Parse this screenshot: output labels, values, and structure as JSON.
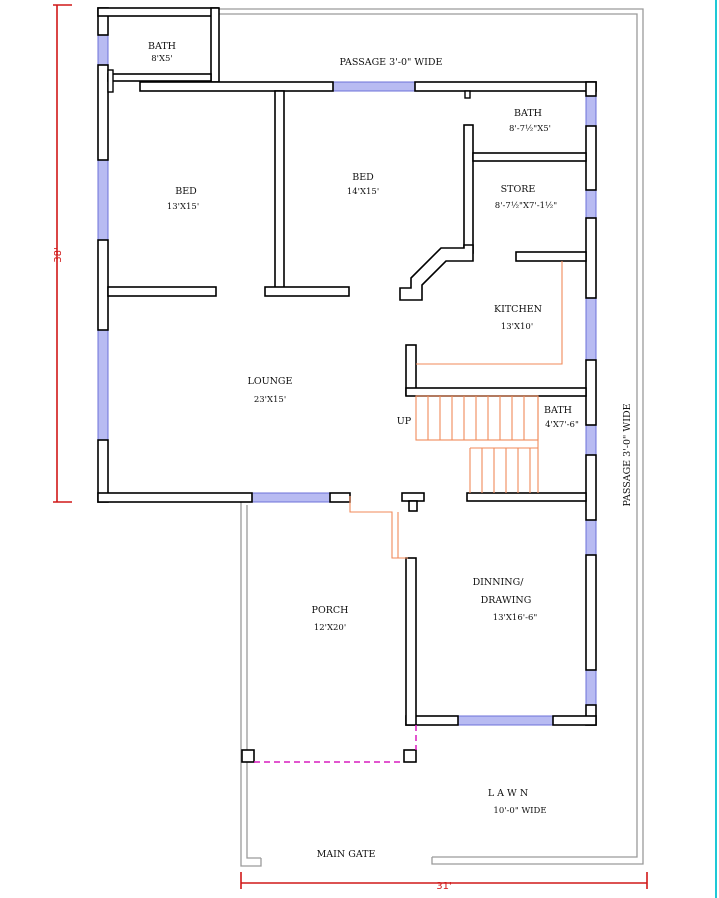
{
  "colors": {
    "wall_fill": "#ffffff",
    "wall_stroke": "#000000",
    "outline": "#9a9a9a",
    "window": "#7b7fe0",
    "stairs": "#f08a5a",
    "dimension": "#d01818",
    "porch_edge": "#d81bbf",
    "frame": "#1ec8d6"
  },
  "labels": {
    "bath_top": "BATH",
    "bath_top_size": "8'X5'",
    "passage_top": "PASSAGE 3'-0\" WIDE",
    "bath_right": "BATH",
    "bath_right_size": "8'-7½\"X5'",
    "bed1": "BED",
    "bed1_size": "13'X15'",
    "bed2": "BED",
    "bed2_size": "14'X15'",
    "store": "STORE",
    "store_size": "8'-7½\"X7'-1½\"",
    "kitchen": "KITCHEN",
    "kitchen_size": "13'X10'",
    "lounge": "LOUNGE",
    "lounge_size": "23'X15'",
    "up": "UP",
    "bath_small": "BATH",
    "bath_small_size": "4'X7'-6\"",
    "dining_1": "DINNING/",
    "dining_2": "DRAWING",
    "dining_size": "13'X16'-6\"",
    "porch": "PORCH",
    "porch_size": "12'X20'",
    "lawn": "L A W N",
    "lawn_size": "10'-0\" WIDE",
    "main_gate": "MAIN GATE",
    "passage_side": "PASSAGE 3'-0\" WIDE",
    "dim_height": "38'",
    "dim_width": "31'"
  }
}
